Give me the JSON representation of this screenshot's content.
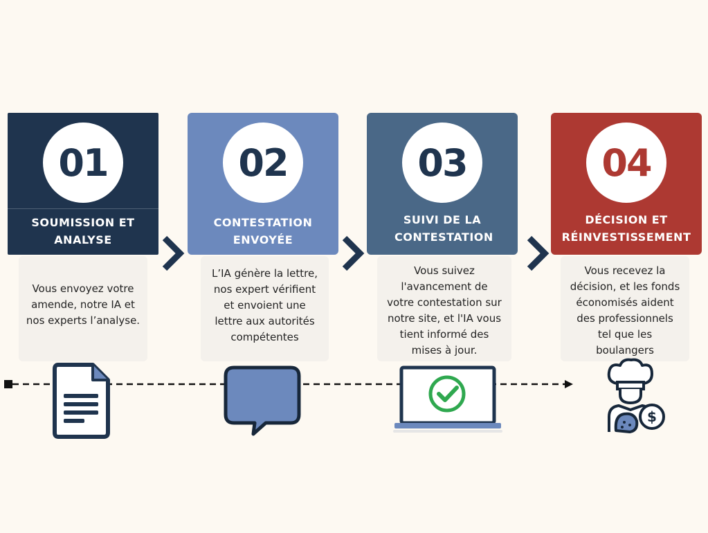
{
  "colors": {
    "background": "#fdf9f2",
    "step1": "#1f344e",
    "step2": "#6c89bd",
    "step3": "#4a6887",
    "step4": "#ad3932",
    "chevron": "#1f344e",
    "check": "#2fa84f"
  },
  "steps": [
    {
      "number": "01",
      "title": "SOUMISSION ET ANALYSE",
      "description": "Vous envoyez votre\namende, notre IA et\nnos experts l’analyse.",
      "icon": "document-icon"
    },
    {
      "number": "02",
      "title": "CONTESTATION ENVOYÉE",
      "description": "L’IA génère la lettre,\nnos expert vérifient\net envoient une\nlettre aux autorités\ncompétentes",
      "icon": "speech-bubble-icon"
    },
    {
      "number": "03",
      "title": "SUIVI DE LA CONTESTATION",
      "description": "Vous suivez\nl'avancement de\nvotre contestation sur\nnotre site, et l'IA vous\ntient informé des\nmises à jour.",
      "icon": "laptop-check-icon"
    },
    {
      "number": "04",
      "title": "DÉCISION ET RÉINVESTISSEMENT",
      "description": "Vous recevez la\ndécision, et les fonds\néconomisés aident\ndes professionnels\ntel que les\nboulangers",
      "icon": "baker-money-icon"
    }
  ]
}
